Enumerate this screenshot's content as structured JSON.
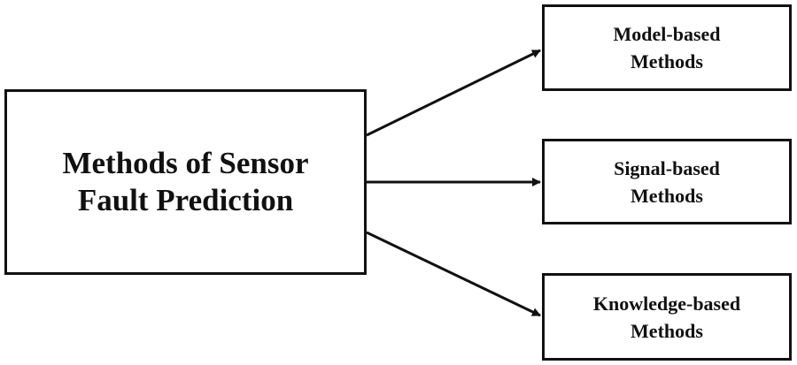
{
  "root": {
    "line1": "Methods of Sensor",
    "line2": "Fault Prediction"
  },
  "branches": [
    {
      "line1": "Model-based",
      "line2": "Methods"
    },
    {
      "line1": "Signal-based",
      "line2": "Methods"
    },
    {
      "line1": "Knowledge-based",
      "line2": "Methods"
    }
  ],
  "colors": {
    "stroke": "#111111",
    "background": "#ffffff"
  }
}
